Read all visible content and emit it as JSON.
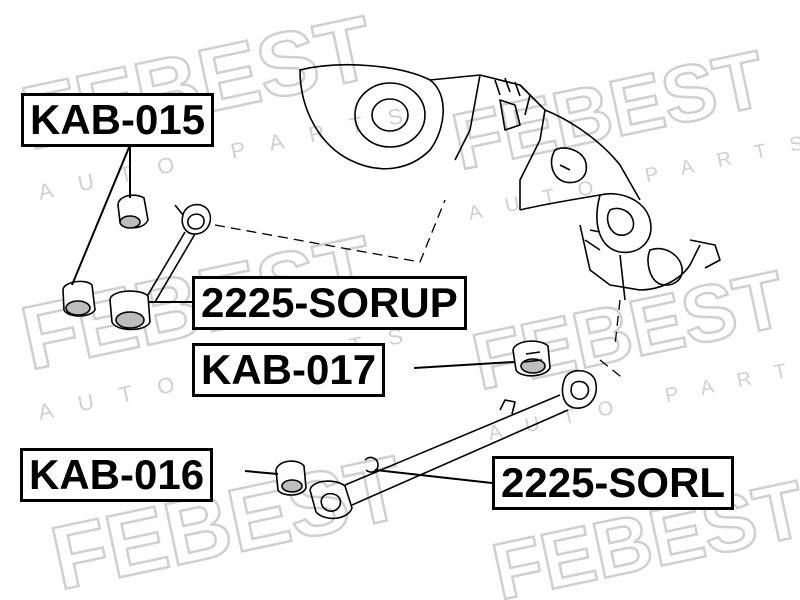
{
  "watermark": {
    "brand": "FEBEST",
    "tagline": "AUTO PARTS",
    "color": "#d6d6d6"
  },
  "parts": [
    {
      "id": "kab015",
      "number": "KAB-015"
    },
    {
      "id": "sorup",
      "number": "2225-SORUP"
    },
    {
      "id": "kab017",
      "number": "KAB-017"
    },
    {
      "id": "kab016",
      "number": "KAB-016"
    },
    {
      "id": "sorl",
      "number": "2225-SORL"
    }
  ],
  "colors": {
    "line": "#000000",
    "background": "#ffffff",
    "shading": "#bdbdbd"
  }
}
